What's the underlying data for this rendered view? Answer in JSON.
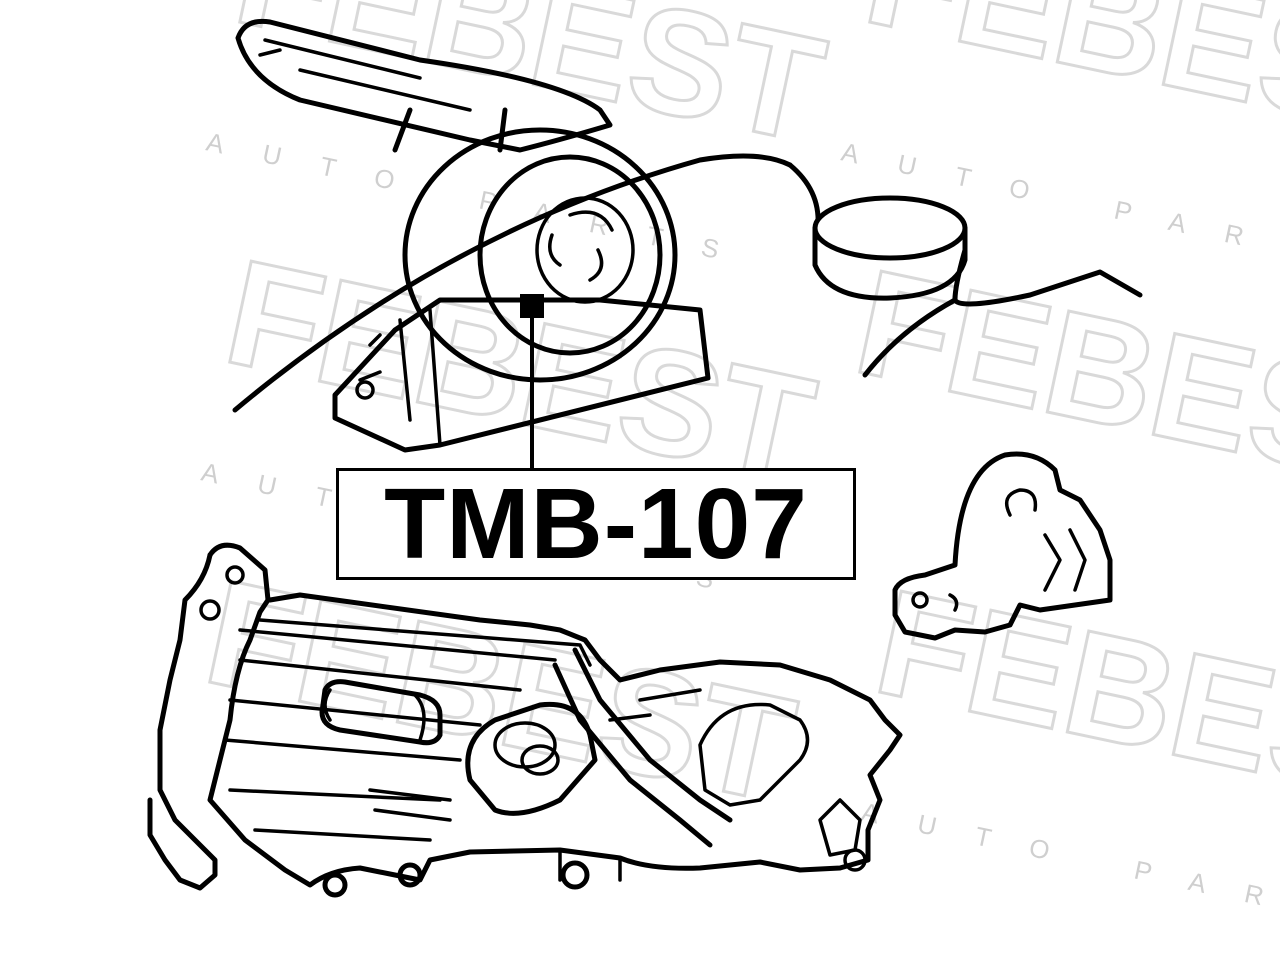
{
  "part_number": "TMB-107",
  "watermark": {
    "brand": "FEBEST",
    "tagline": "AUTO PARTS"
  },
  "colors": {
    "ink": "#000000",
    "watermark": "#d9d9d9",
    "background": "#ffffff"
  }
}
